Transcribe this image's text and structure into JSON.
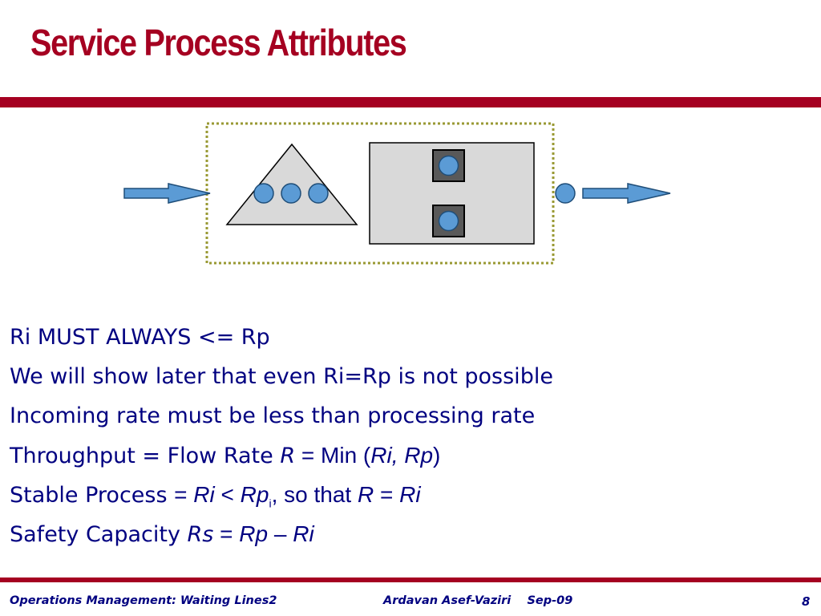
{
  "title": "Service Process Attributes",
  "bullets": {
    "b1": "Ri MUST ALWAYS <= Rp",
    "b2": "We will show later that even Ri=Rp is not possible",
    "b3": "Incoming rate must be less than processing rate",
    "b4": {
      "prefix": "Throughput = Flow Rate ",
      "r": "R",
      "eq_min": " = Min (",
      "ri_rp": "Ri, Rp",
      "close": ")"
    },
    "b5": {
      "prefix": "Stable Process  ",
      "eq": "=  ",
      "ri": "Ri",
      "lt": " < ",
      "rp": "Rp",
      "sub": "i",
      "so_that": ", so that ",
      "r": "R",
      "eq2": " = ",
      "ri2": "Ri"
    },
    "b6": {
      "prefix": "Safety Capacity ",
      "rs": "Rs",
      "eq": " = ",
      "rp": "Rp",
      "minus": " – ",
      "ri": "Ri"
    }
  },
  "footer": {
    "left": "Operations Management: Waiting Lines2",
    "middle": "Ardavan Asef-Vaziri    Sep-09",
    "page": "8"
  },
  "colors": {
    "title": "#a50021",
    "rule": "#a50021",
    "text": "#000080",
    "flow_unit": "#5b9bd5",
    "box_fill": "#d9d9d9",
    "boundary": "#999933"
  }
}
